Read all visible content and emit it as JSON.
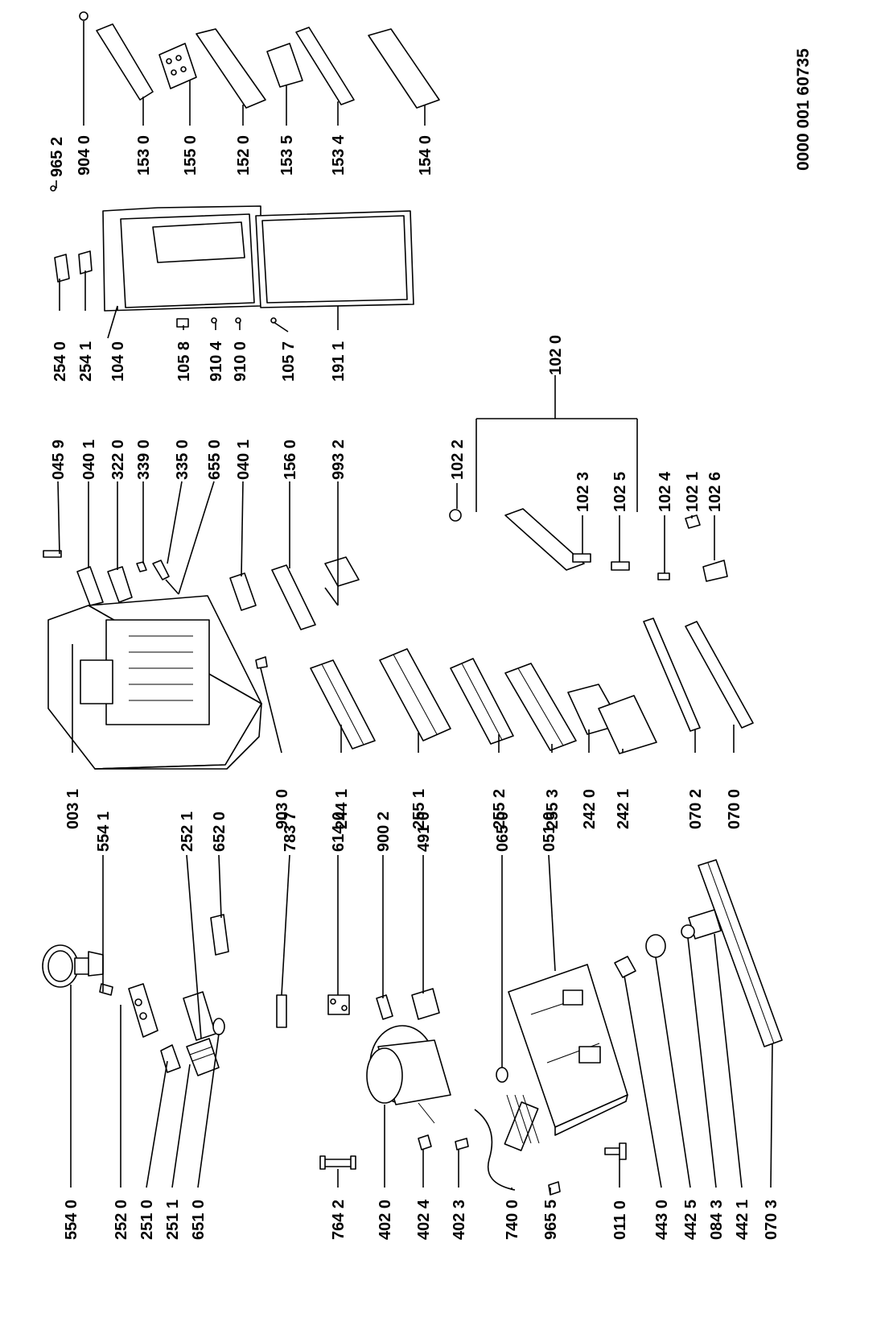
{
  "document_number": "0000 001 60735",
  "labels": {
    "p5540": "554 0",
    "p2520": "252 0",
    "p2510": "251 0",
    "p2511": "251 1",
    "p6510": "651 0",
    "p7642": "764 2",
    "p4020": "402 0",
    "p4024": "402 4",
    "p4023": "402 3",
    "p7400": "740 0",
    "p9655": "965 5",
    "p0110": "011 0",
    "p4430": "443 0",
    "p4425": "442 5",
    "p0843": "084 3",
    "p4421": "442 1",
    "p0703": "070 3",
    "p5541": "554 1",
    "p2521": "252 1",
    "p6520": "652 0",
    "p7837": "783 7",
    "p6140": "614 0",
    "p9002": "900 2",
    "p4910": "491 0",
    "p0650": "065 0",
    "p0510": "051 0",
    "p0031": "003 1",
    "p9030": "903 0",
    "p2441": "244 1",
    "p2551": "255 1",
    "p2552": "255 2",
    "p2553": "255 3",
    "p2420": "242 0",
    "p2421": "242 1",
    "p0702": "070 2",
    "p0700": "070 0",
    "p0459": "045 9",
    "p0401a": "040 1",
    "p3220": "322 0",
    "p3390": "339 0",
    "p3350": "335 0",
    "p6550": "655 0",
    "p0401b": "040 1",
    "p1560": "156 0",
    "p9932": "993 2",
    "p1022": "102 2",
    "p1020": "102 0",
    "p1023": "102 3",
    "p1025": "102 5",
    "p1024": "102 4",
    "p1021": "102 1",
    "p1026": "102 6",
    "p2540": "254 0",
    "p2541": "254 1",
    "p1040": "104 0",
    "p1058": "105 8",
    "p9104": "910 4",
    "p9100": "910 0",
    "p1057": "105 7",
    "p1911": "191 1",
    "p9652": "965 2",
    "p9040": "904 0",
    "p1530": "153 0",
    "p1550": "155 0",
    "p1520": "152 0",
    "p1535": "153 5",
    "p1534": "153 4",
    "p1540": "154 0"
  }
}
